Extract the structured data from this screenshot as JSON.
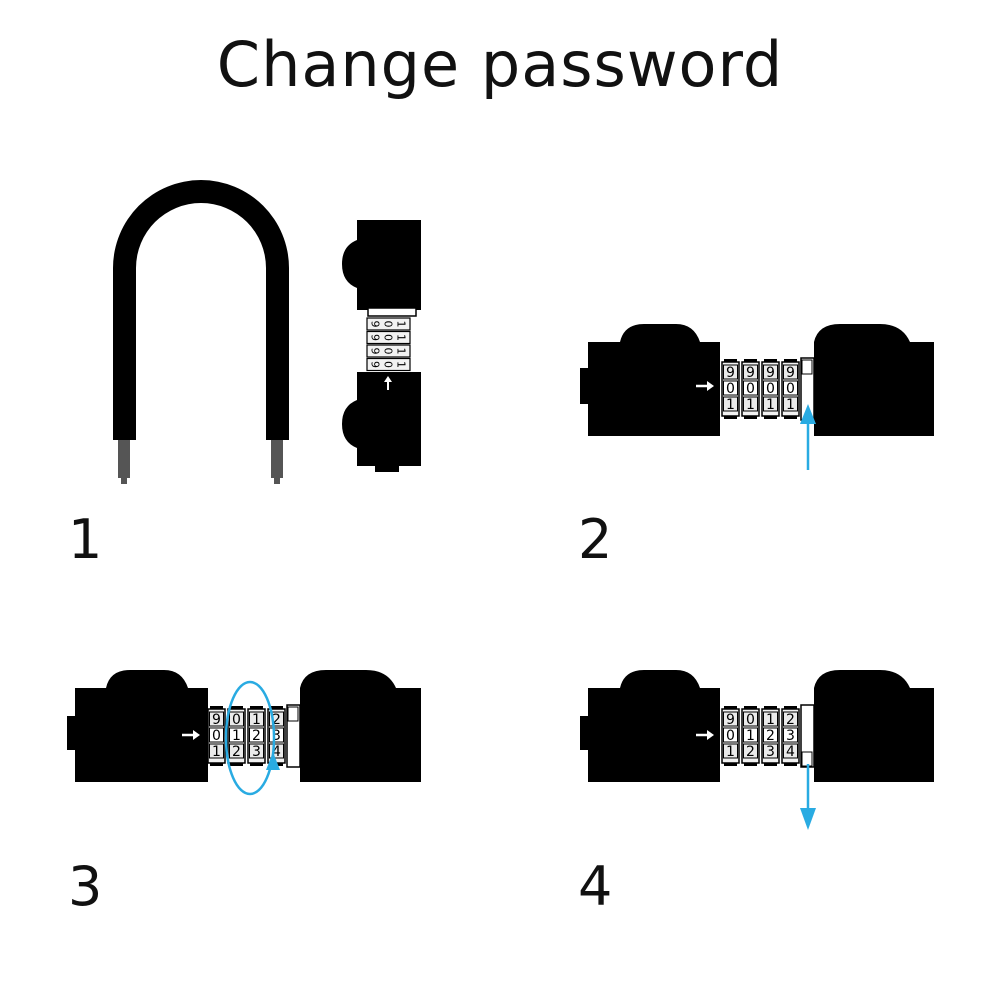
{
  "title": "Change password",
  "colors": {
    "ink": "#000000",
    "accent": "#29abe2",
    "metal": "#555555",
    "wheel": "#f2f2f2"
  },
  "steps": [
    {
      "number": "1",
      "wheels": [
        [
          "9",
          "0",
          "1"
        ],
        [
          "9",
          "0",
          "1"
        ],
        [
          "9",
          "0",
          "1"
        ],
        [
          "9",
          "0",
          "1"
        ]
      ]
    },
    {
      "number": "2",
      "wheels": [
        [
          "9",
          "0",
          "1"
        ],
        [
          "9",
          "0",
          "1"
        ],
        [
          "9",
          "0",
          "1"
        ],
        [
          "9",
          "0",
          "1"
        ]
      ]
    },
    {
      "number": "3",
      "wheels": [
        [
          "9",
          "0",
          "1"
        ],
        [
          "0",
          "1",
          "2"
        ],
        [
          "1",
          "2",
          "3"
        ],
        [
          "2",
          "3",
          "4"
        ]
      ]
    },
    {
      "number": "4",
      "wheels": [
        [
          "9",
          "0",
          "1"
        ],
        [
          "0",
          "1",
          "2"
        ],
        [
          "1",
          "2",
          "3"
        ],
        [
          "2",
          "3",
          "4"
        ]
      ]
    }
  ]
}
